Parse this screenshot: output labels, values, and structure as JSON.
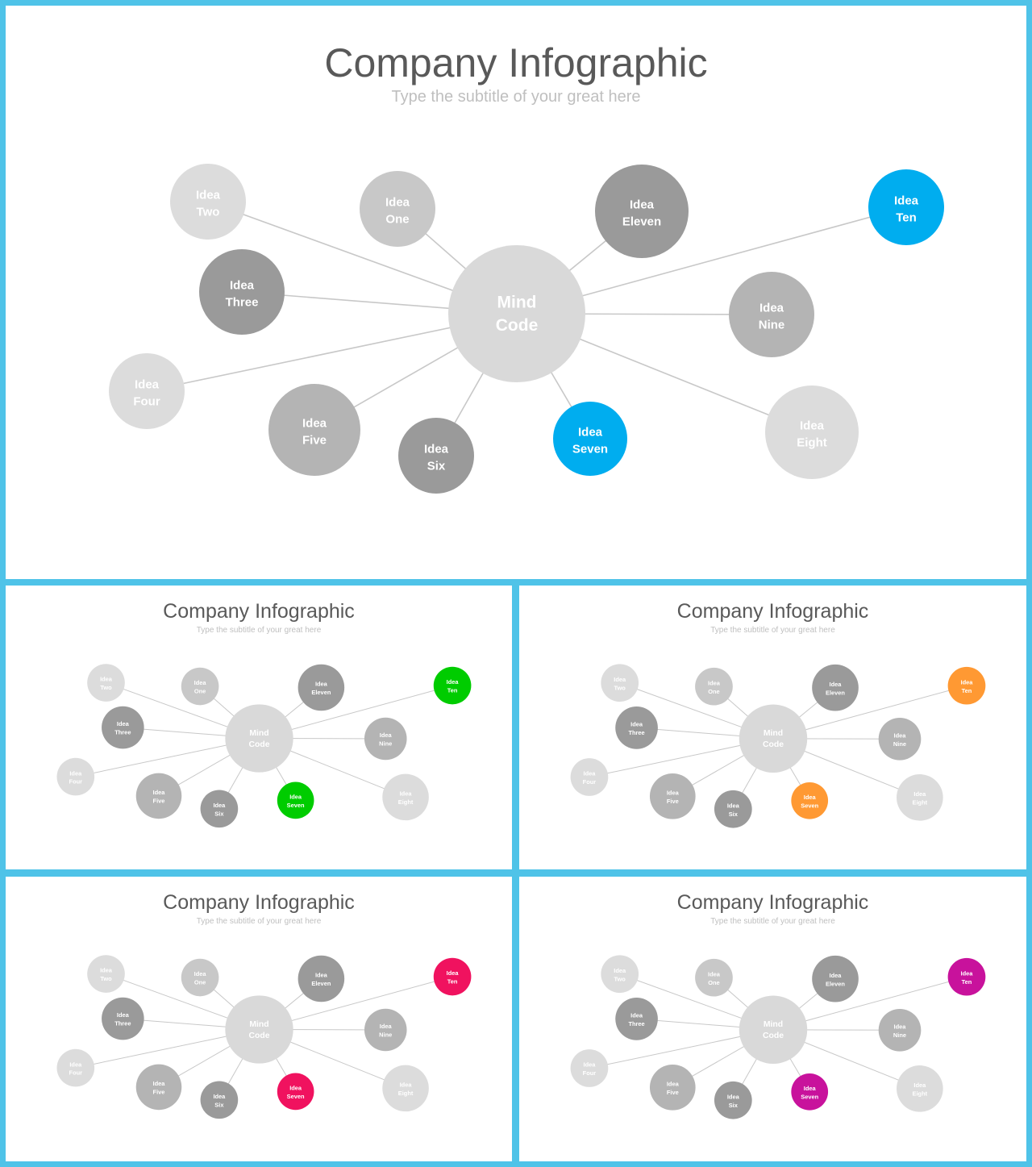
{
  "colors": {
    "frame": "#4fc3e8",
    "lightest": "#dcdcdc",
    "light": "#c8c8c8",
    "mid": "#b4b4b4",
    "dark": "#9a9a9a",
    "center": "#d9d9d9",
    "line": "#c8c8c8"
  },
  "center_node": {
    "lines": [
      "Mind",
      "Code"
    ]
  },
  "nodes": [
    {
      "id": "two",
      "lines": [
        "Idea",
        "Two"
      ],
      "tone": "lightest"
    },
    {
      "id": "one",
      "lines": [
        "Idea",
        "One"
      ],
      "tone": "light"
    },
    {
      "id": "eleven",
      "lines": [
        "Idea",
        "Eleven"
      ],
      "tone": "dark"
    },
    {
      "id": "ten",
      "lines": [
        "Idea",
        "Ten"
      ],
      "tone": "accent"
    },
    {
      "id": "three",
      "lines": [
        "Idea",
        "Three"
      ],
      "tone": "dark"
    },
    {
      "id": "nine",
      "lines": [
        "Idea",
        "Nine"
      ],
      "tone": "mid"
    },
    {
      "id": "four",
      "lines": [
        "Idea",
        "Four"
      ],
      "tone": "lightest"
    },
    {
      "id": "five",
      "lines": [
        "Idea",
        "Five"
      ],
      "tone": "mid"
    },
    {
      "id": "six",
      "lines": [
        "Idea",
        "Six"
      ],
      "tone": "dark"
    },
    {
      "id": "seven",
      "lines": [
        "Idea",
        "Seven"
      ],
      "tone": "accent"
    },
    {
      "id": "eight",
      "lines": [
        "Idea",
        "Eight"
      ],
      "tone": "lightest"
    }
  ],
  "slides": [
    {
      "id": "main",
      "title": "Company Infographic",
      "subtitle": "Type the subtitle of your great here",
      "accent": "#00adef"
    },
    {
      "id": "green",
      "title": "Company Infographic",
      "subtitle": "Type the subtitle of your great here",
      "accent": "#00cc00"
    },
    {
      "id": "orange",
      "title": "Company Infographic",
      "subtitle": "Type the subtitle of your great here",
      "accent": "#ff9933"
    },
    {
      "id": "pink",
      "title": "Company Infographic",
      "subtitle": "Type the subtitle of your great here",
      "accent": "#f0125f"
    },
    {
      "id": "magenta",
      "title": "Company Infographic",
      "subtitle": "Type the subtitle of your great here",
      "accent": "#c8129c"
    }
  ]
}
